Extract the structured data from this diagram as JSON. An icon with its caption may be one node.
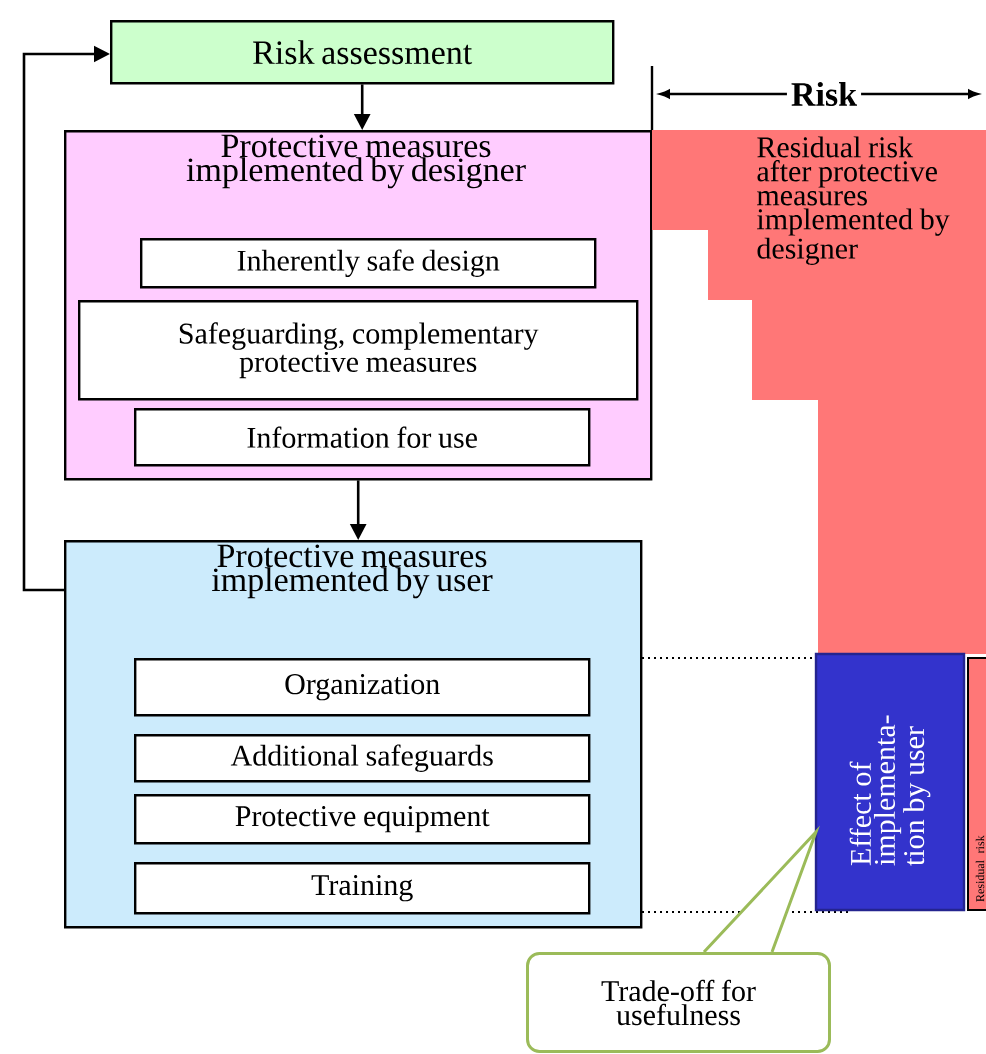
{
  "diagram": {
    "nodes": [
      {
        "text": [
          "Risk assessment"
        ]
      },
      {
        "text": [
          "Protective measures implemented by designer"
        ]
      },
      {
        "text": [
          "Inherently safe design"
        ],
        "in": 1
      },
      {
        "text": [
          "Safeguarding, complementary protective measures"
        ],
        "in": 1
      },
      {
        "text": [
          "Information for use"
        ],
        "in": 1
      },
      {
        "text": [
          "Protective measures implemented by user"
        ]
      },
      {
        "text": [
          "Organization"
        ],
        "in": 5
      },
      {
        "text": [
          "Additional safeguards"
        ],
        "in": 5
      },
      {
        "text": [
          "Protective equipment"
        ],
        "in": 5
      },
      {
        "text": [
          "Training"
        ],
        "in": 5
      },
      {
        "text": [
          "Residual risk after protective measures implemented by designer"
        ]
      },
      {
        "text": [
          "Effect of implementa- tion by user"
        ]
      },
      {
        "text": [
          "Residual risk"
        ]
      },
      {
        "text": [
          "Trade-off for usefulness"
        ]
      }
    ],
    "edges": [
      {
        "from": 0,
        "to": 1,
        "arrow": "to"
      },
      {
        "from": 1,
        "to": 5,
        "arrow": "to"
      },
      {
        "from": 5,
        "to": 0,
        "arrow": "to"
      },
      {
        "from": 13,
        "to": 11,
        "arrow": "to",
        "color": "#9bbb59"
      }
    ],
    "labels": [
      "Risk"
    ]
  }
}
